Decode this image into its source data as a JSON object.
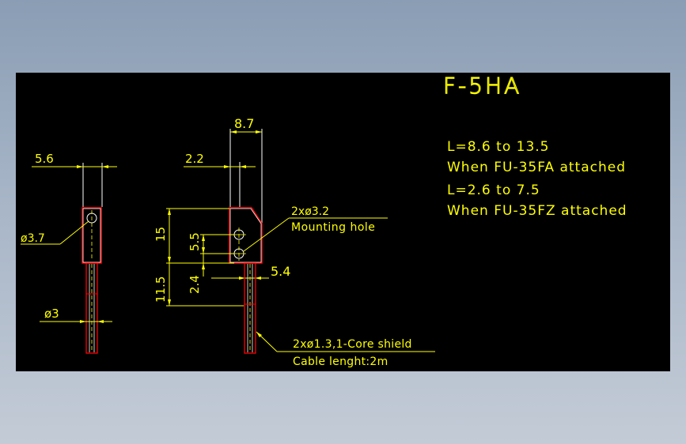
{
  "title": "F-5HA",
  "specs": {
    "line1": "L=8.6 to 13.5",
    "line2": "When FU-35FA attached",
    "line3": "L=2.6 to 7.5",
    "line4": "When FU-35FZ attached"
  },
  "dims": {
    "left_width": "5.6",
    "left_hole_dia": "ø3.7",
    "left_cable_dia": "ø3",
    "top_width": "8.7",
    "hole_offset": "2.2",
    "height_15": "15",
    "height_5_5": "5.5",
    "height_11_5": "11.5",
    "height_2_4": "2.4",
    "cable_width": "5.4"
  },
  "notes": {
    "holes": "2xø3.2",
    "holes_desc": "Mounting hole",
    "cable": "2xø1.3,1-Core shield",
    "cable_length": "Cable lenght:2m"
  },
  "colors": {
    "background": "#000000",
    "dimension": "#ffff00",
    "outline": "#ff0000",
    "body": "#ffffff"
  }
}
